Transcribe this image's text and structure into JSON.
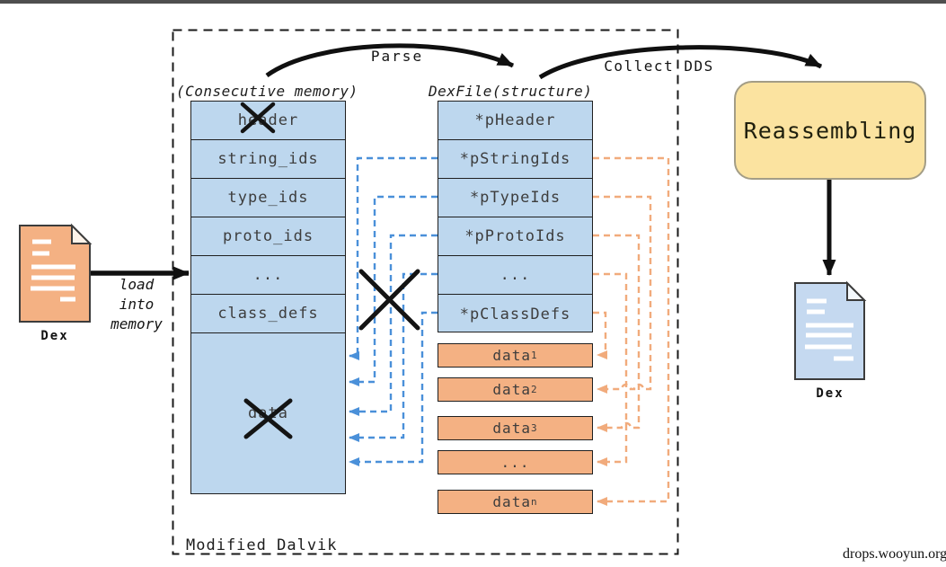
{
  "page": {
    "watermark": "drops.wooyun.org"
  },
  "diagram": {
    "frame_label": "Modified Dalvik",
    "memory_table": {
      "caption": "(Consecutive memory)",
      "rows": [
        "header",
        "string_ids",
        "type_ids",
        "proto_ids",
        "...",
        "class_defs"
      ],
      "data_cell": "data"
    },
    "dexfile_table": {
      "caption": "DexFile(structure)",
      "rows": [
        "*pHeader",
        "*pStringIds",
        "*pTypeIds",
        "*pProtoIds",
        "...",
        "*pClassDefs"
      ]
    },
    "data_sections": [
      {
        "base": "data",
        "sub": "1"
      },
      {
        "base": "data",
        "sub": "2"
      },
      {
        "base": "data",
        "sub": "3"
      },
      {
        "base": "...",
        "sub": ""
      },
      {
        "base": "data",
        "sub": "n"
      }
    ],
    "labels": {
      "parse": "Parse",
      "collect_dds": "Collect DDS",
      "load_line1": "load",
      "load_line2": "into",
      "load_line3": "memory",
      "reassembling": "Reassembling",
      "dex_input": "Dex",
      "dex_output": "Dex"
    },
    "colors": {
      "table_fill": "#bdd7ee",
      "data_section_fill": "#f4b183",
      "reassembling_fill": "#fbe3a0",
      "blue_connector": "#4a90d9",
      "orange_connector": "#f1ab7c",
      "doc_input_fill": "#f4b183",
      "doc_output_fill": "#c5d9f0",
      "top_bar": "#4f4f4f"
    }
  }
}
